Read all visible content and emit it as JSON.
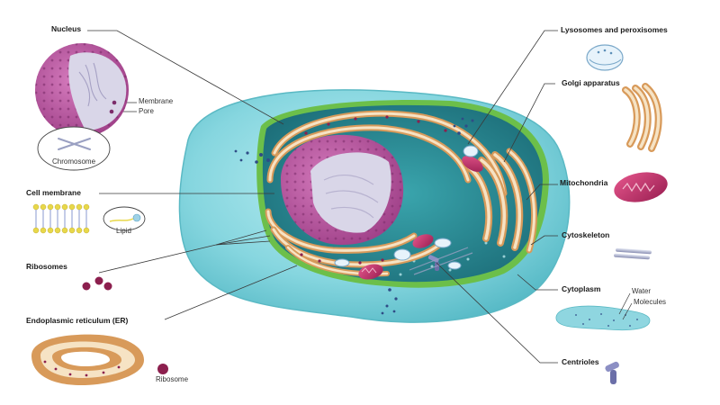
{
  "labels": {
    "nucleus": "Nucleus",
    "membrane": "Membrane",
    "pore": "Pore",
    "chromosome": "Chromosome",
    "cell_membrane": "Cell membrane",
    "lipid": "Lipid",
    "ribosomes": "Ribosomes",
    "er": "Endoplasmic reticulum (ER)",
    "ribosome": "Ribosome",
    "lysosomes": "Lysosomes and peroxisomes",
    "golgi": "Golgi apparatus",
    "mitochondria": "Mitochondria",
    "cytoskeleton": "Cytoskeleton",
    "cytoplasm": "Cytoplasm",
    "water": "Water",
    "molecules": "Molecules",
    "centrioles": "Centrioles"
  },
  "colors": {
    "cytoplasm_outer": "#7fd3dc",
    "cytoplasm_inner": "#2e8f9a",
    "cell_membrane": "#6cbf4a",
    "nucleus": "#b7509a",
    "nucleus_inner": "#d7d3e6",
    "er": "#d89a5a",
    "mitochondria": "#c8326a",
    "lipid": "#e8d84a",
    "ribosome": "#8c1f4e",
    "label_line": "#3a3a3a"
  }
}
